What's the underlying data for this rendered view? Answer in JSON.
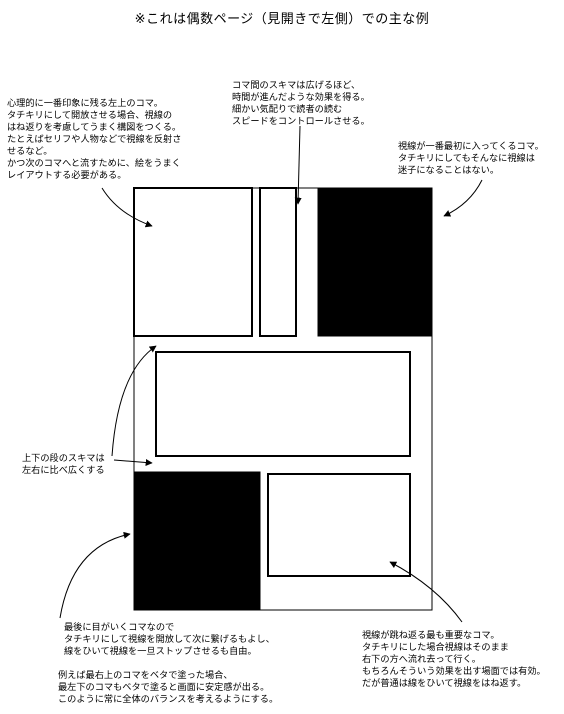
{
  "title": "※これは偶数ページ（見開きで左側）での主な例",
  "notes": {
    "top_left": "心理的に一番印象に残る左上のコマ。\nタチキリにして開放させる場合、視線の\nはね返りを考慮してうまく構図をつくる。\nたとえばセリフや人物などで視線を反射さ\nせるなど。\nかつ次のコマへと流すために、絵をうまく\nレイアウトする必要がある。",
    "top_center": "コマ間のスキマは広げるほど、\n時間が進んだような効果を得る。\n細かい気配りで読者の読む\nスピードをコントロールさせる。",
    "top_right": "視線が一番最初に入ってくるコマ。\nタチキリにしてもそんなに視線は\n迷子になることはない。",
    "middle_left": "上下の段のスキマは\n左右に比べ広くする",
    "bottom_left_1": "最後に目がいくコマなので\nタチキリにして視線を開放して次に繋げるもよし、\n線をひいて視線を一旦ストップさせるも自由。",
    "bottom_left_2": "例えば最右上のコマをベタで塗った場合、\n最左下のコマもベタで塗ると画面に安定感が出る。\nこのように常に全体のバランスを考えるようにする。",
    "bottom_right": "視線が跳ね返る最も重要なコマ。\nタチキリにした場合視線はそのまま\n右下の方へ流れ去って行く。\nもちろんそういう効果を出す場面では有効。\nだが普通は線をひいて視線をはね返す。"
  },
  "colors": {
    "ink": "#000000",
    "paper": "#ffffff"
  }
}
